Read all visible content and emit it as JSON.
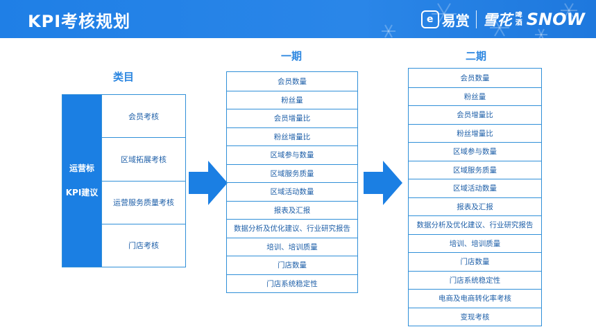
{
  "header": {
    "title": "KPI考核规划",
    "brand": {
      "yishang": "易赏",
      "yishang_mark": "e",
      "xuehua": "雪花",
      "pijiu": "啤酒",
      "snow": "SNOW"
    }
  },
  "category": {
    "title": "类目",
    "left_line1": "运营标",
    "left_line2": "KPI建议",
    "items": [
      "会员考核",
      "区域拓展考核",
      "运营服务质量考核",
      "门店考核"
    ]
  },
  "phase1": {
    "title": "一期",
    "items": [
      "会员数量",
      "粉丝量",
      "会员增量比",
      "粉丝增量比",
      "区域参与数量",
      "区域服务质量",
      "区域活动数量",
      "报表及汇报",
      "数据分析及优化建议、行业研究报告",
      "培训、培训质量",
      "门店数量",
      "门店系统稳定性"
    ]
  },
  "phase2": {
    "title": "二期",
    "items": [
      "会员数量",
      "粉丝量",
      "会员增量比",
      "粉丝增量比",
      "区域参与数量",
      "区域服务质量",
      "区域活动数量",
      "报表及汇报",
      "数据分析及优化建议、行业研究报告",
      "培训、培训质量",
      "门店数量",
      "门店系统稳定性",
      "电商及电商转化率考核",
      "变现考核"
    ]
  },
  "colors": {
    "accent": "#1b7fe3",
    "border": "#2f8fd8",
    "text": "#1e5fa8"
  }
}
